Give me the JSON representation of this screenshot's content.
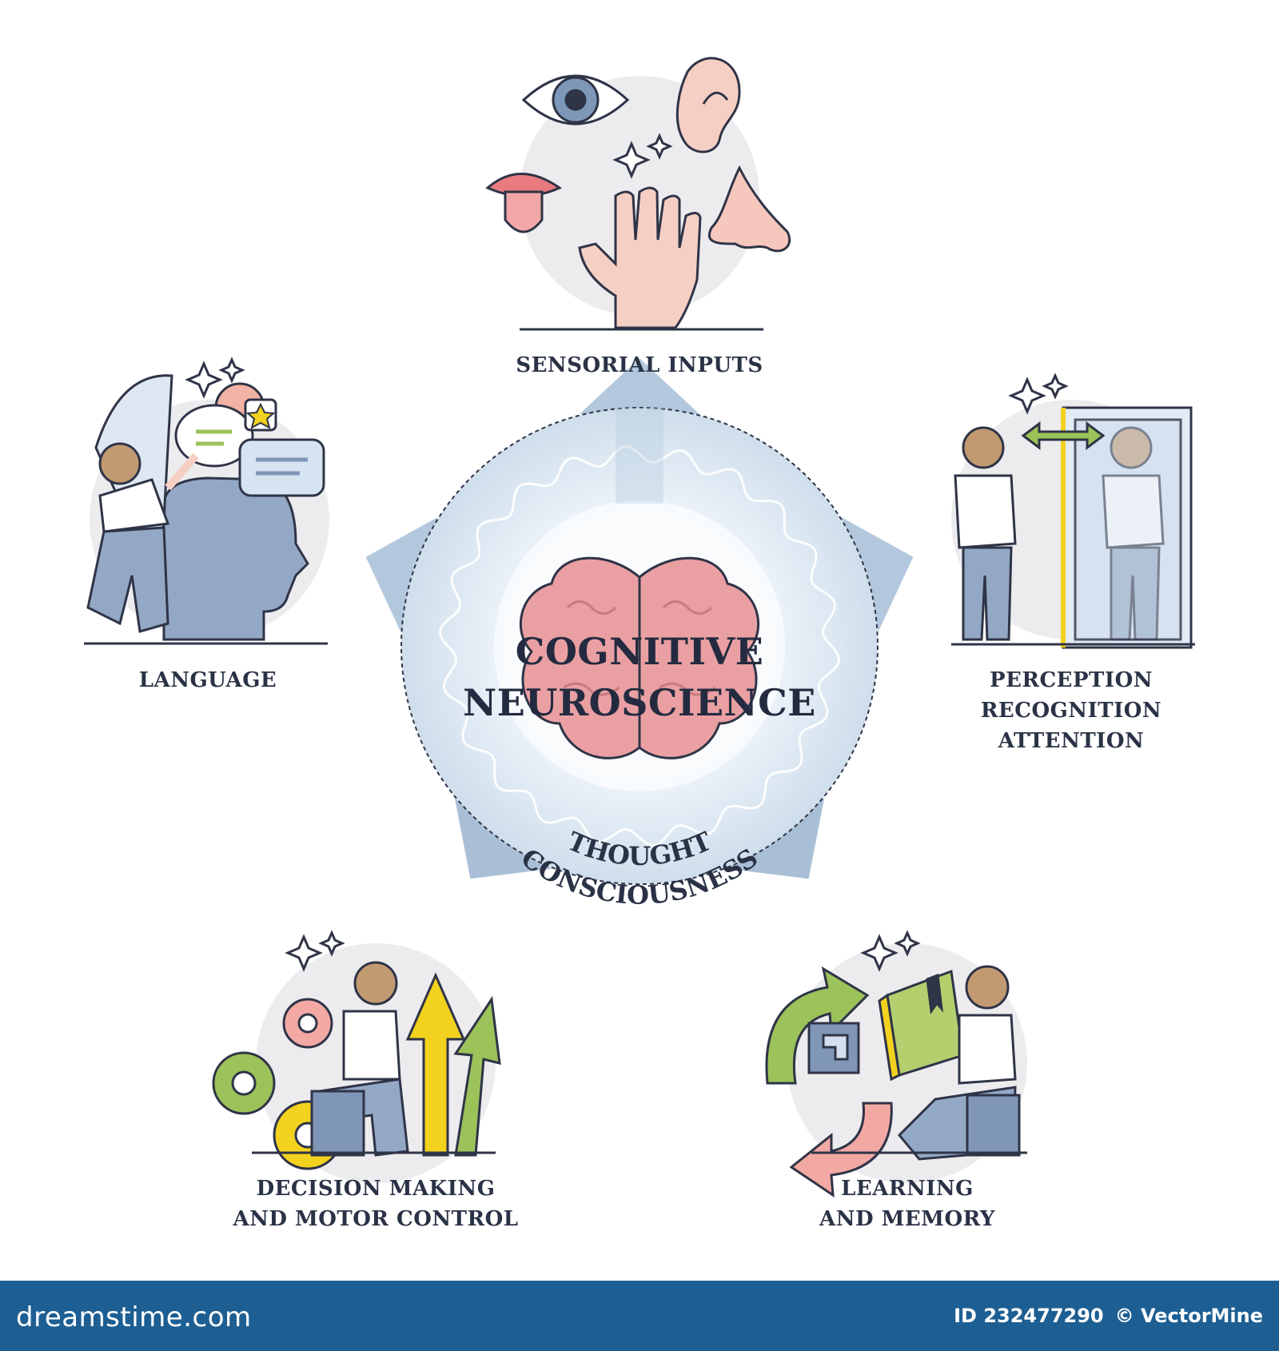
{
  "center": {
    "title_line1": "COGNITIVE",
    "title_line2": "NEUROSCIENCE",
    "ring_line1": "THOUGHT",
    "ring_line2": "CONSCIOUSNESS"
  },
  "nodes": {
    "sensorial": {
      "label": "SENSORIAL INPUTS"
    },
    "language": {
      "label": "LANGUAGE"
    },
    "perception": {
      "line1": "PERCEPTION",
      "line2": "RECOGNITION",
      "line3": "ATTENTION"
    },
    "decision": {
      "line1": "DECISION MAKING",
      "line2": "AND MOTOR CONTROL"
    },
    "learning": {
      "line1": "LEARNING",
      "line2": "AND MEMORY"
    }
  },
  "footer": {
    "brand": "dreamstime.com",
    "id": "ID 232477290",
    "credit": "© VectorMine"
  },
  "colors": {
    "ring": "#d6e4f0",
    "ring_dark": "#b7cde2",
    "outline": "#2f3447",
    "brain": "#e9a3a3",
    "skin": "#f6cfc4",
    "figure_blue": "#94a9c6",
    "green": "#9cc25a",
    "yellow": "#f2d21e",
    "footer": "#1d5f93"
  },
  "icons": [
    "eye-icon",
    "ear-icon",
    "mouth-icon",
    "hand-icon",
    "nose-icon",
    "brain-icon",
    "speech-bubble-icon",
    "mirror-icon",
    "gear-icon",
    "growth-arrows-icon",
    "book-icon",
    "cycle-arrows-icon",
    "sparkle-icon"
  ]
}
